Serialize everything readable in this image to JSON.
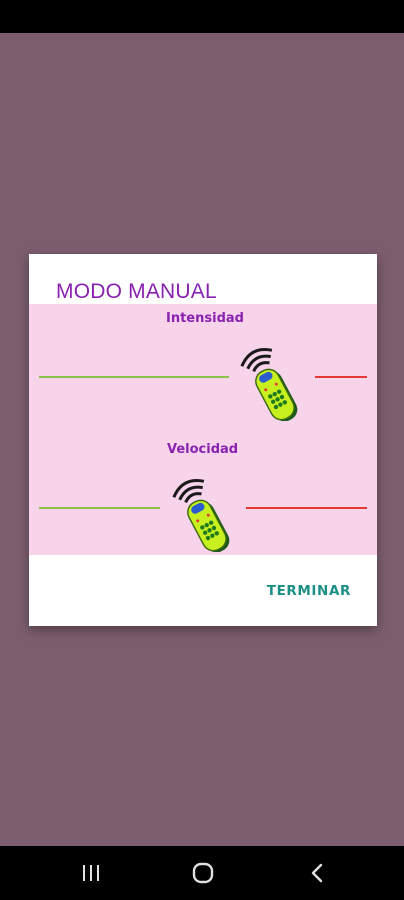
{
  "dialog": {
    "title": "MODO MANUAL",
    "sliders": [
      {
        "label": "Intensidad",
        "value_fraction": 0.69,
        "fill_color": "#8bc34a",
        "rest_color": "#e53935",
        "thumb_icon": "remote-control-icon"
      },
      {
        "label": "Velocidad",
        "value_fraction": 0.45,
        "fill_color": "#8bc34a",
        "rest_color": "#e53935",
        "thumb_icon": "remote-control-icon"
      }
    ],
    "terminate_label": "TERMINAR",
    "title_color": "#8a22b0",
    "panel_color": "#f7d4ea",
    "button_color": "#1b8f86"
  },
  "nav_bar": {
    "icons": [
      "recents-icon",
      "home-icon",
      "back-icon"
    ]
  }
}
